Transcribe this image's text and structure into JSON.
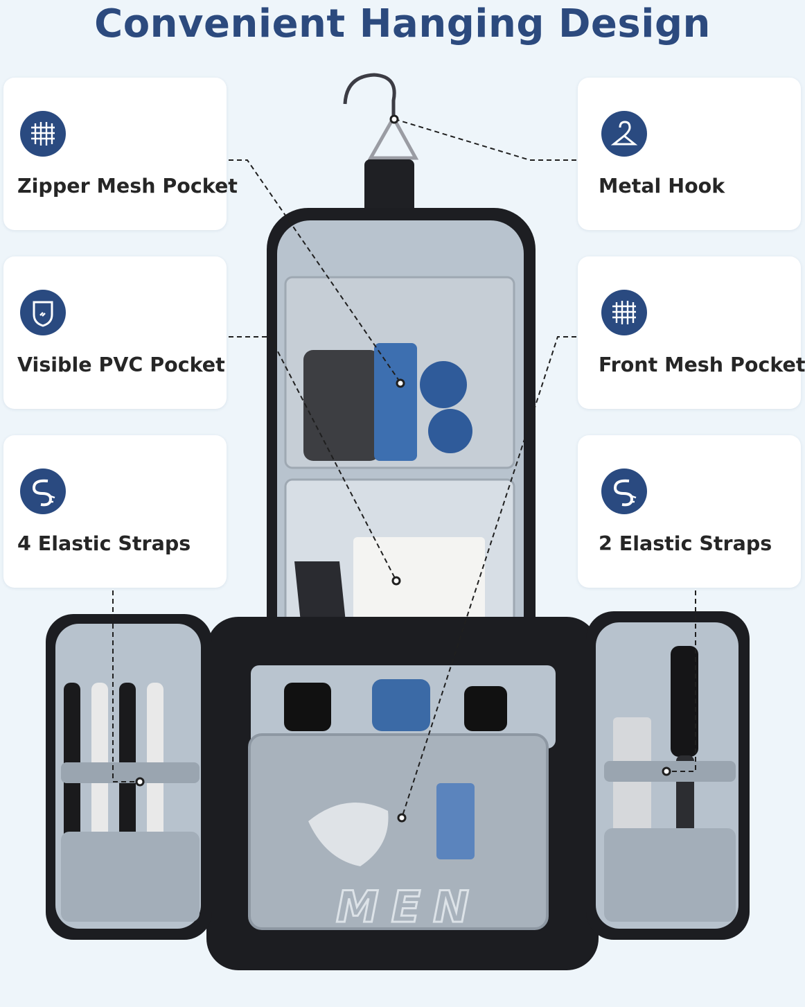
{
  "page": {
    "title": "Convenient Hanging Design"
  },
  "features": [
    {
      "label": "Zipper Mesh Pocket",
      "icon": "mesh-grid-icon"
    },
    {
      "label": "Visible PVC Pocket",
      "icon": "shield-pocket-icon"
    },
    {
      "label": "4 Elastic Straps",
      "icon": "elastic-strap-icon"
    },
    {
      "label": "Metal Hook",
      "icon": "hanger-hook-icon"
    },
    {
      "label": "Front Mesh Pocket",
      "icon": "mesh-grid-icon"
    },
    {
      "label": "2 Elastic Straps",
      "icon": "elastic-strap-icon"
    }
  ],
  "product": {
    "front_print": "MEN"
  },
  "colors": {
    "accent": "#2a4a80",
    "background": "#eef5fa",
    "bag": "#1c1d20",
    "lining": "#b9c4cf"
  }
}
